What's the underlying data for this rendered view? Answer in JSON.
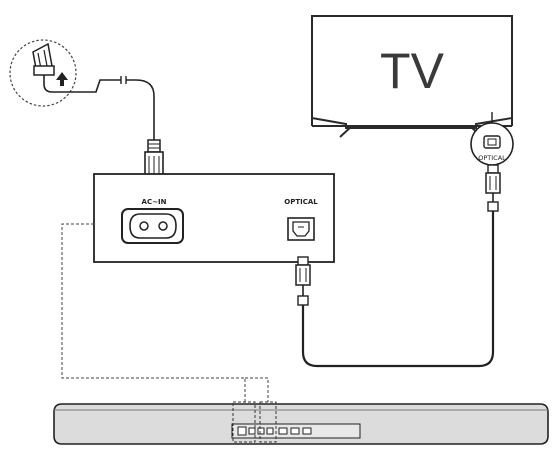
{
  "diagram": {
    "tv_label": "TV",
    "tv_port_label": "OPTICAL",
    "panel_ac_label": "AC~IN",
    "panel_optical_label": "OPTICAL"
  },
  "colors": {
    "line": "#222222",
    "panel_fill": "#ffffff",
    "soundbar_fill": "#dcdcdc",
    "tv_border": "#2a2a2a"
  },
  "icons": [
    "wall-outlet-icon",
    "arrow-up-icon",
    "power-plug-icon",
    "optical-plug-icon",
    "soundbar-icon",
    "tv-icon"
  ]
}
